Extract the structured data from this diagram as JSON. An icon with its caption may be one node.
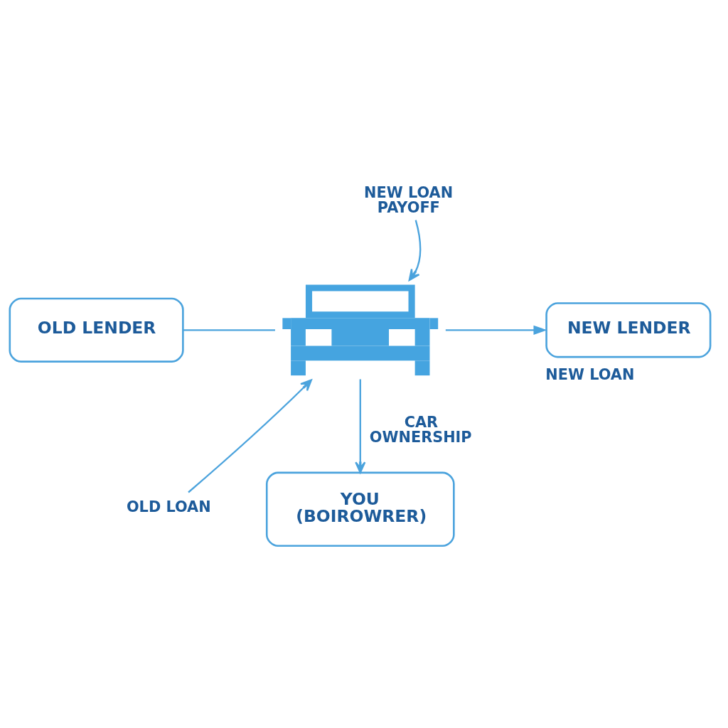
{
  "diagram": {
    "nodes": [
      {
        "text": [
          "NEW LOAN PAYOFF"
        ]
      },
      {
        "text": [
          "OLD LENDER"
        ]
      },
      {
        "text": [],
        "shape": "picture"
      },
      {
        "text": [
          "NEW LENDER"
        ],
        "beside": [
          "NEW LOAN"
        ]
      },
      {
        "text": [
          "OLD LOAN"
        ]
      },
      {
        "text": [
          "YOU (BOIROWRER)"
        ]
      }
    ],
    "edges": [
      {
        "from": 1,
        "to": 2,
        "arrow": "none"
      },
      {
        "from": 2,
        "to": 3,
        "arrow": "to"
      },
      {
        "from": 2,
        "to": 5,
        "arrow": "to",
        "label": "CAR OWNERSHIP"
      },
      {
        "from": 4,
        "to": 2,
        "arrow": "to"
      },
      {
        "from": 0,
        "to": 2,
        "arrow": "to"
      }
    ]
  }
}
